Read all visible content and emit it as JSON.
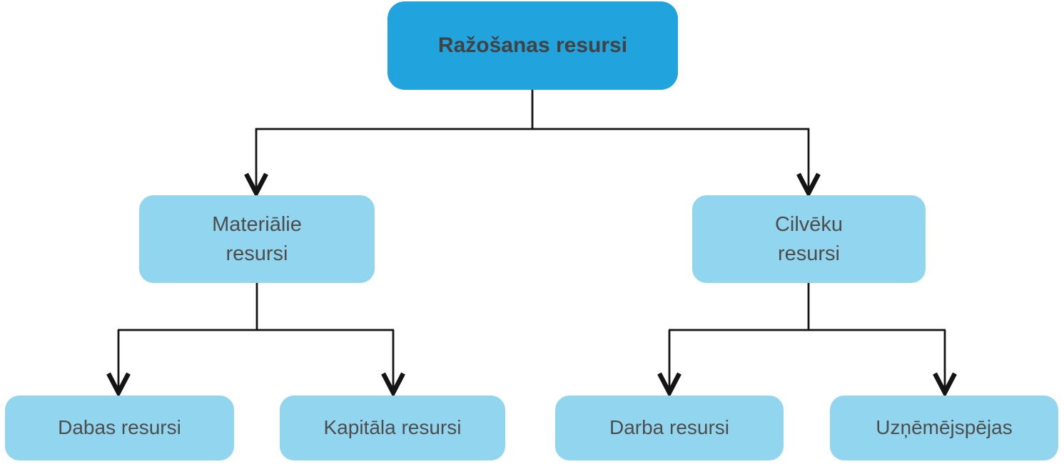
{
  "diagram": {
    "root_node": {
      "label": "Ražošanas resursi"
    },
    "level2_nodes": [
      {
        "label": "Materiālie\nresursi"
      },
      {
        "label": "Cilvēku\nresursi"
      }
    ],
    "level3_nodes": [
      {
        "label": "Dabas resursi"
      },
      {
        "label": "Kapitāla resursi"
      },
      {
        "label": "Darba resursi"
      },
      {
        "label": "Uzņēmējspējas"
      }
    ]
  },
  "colors": {
    "root_fill": "#21A3DE",
    "child_fill": "#92D5EE",
    "root_text": "#424242",
    "child_text": "#4D4D4D",
    "connector": "#141414",
    "page_bg": "#FFFFFF"
  }
}
